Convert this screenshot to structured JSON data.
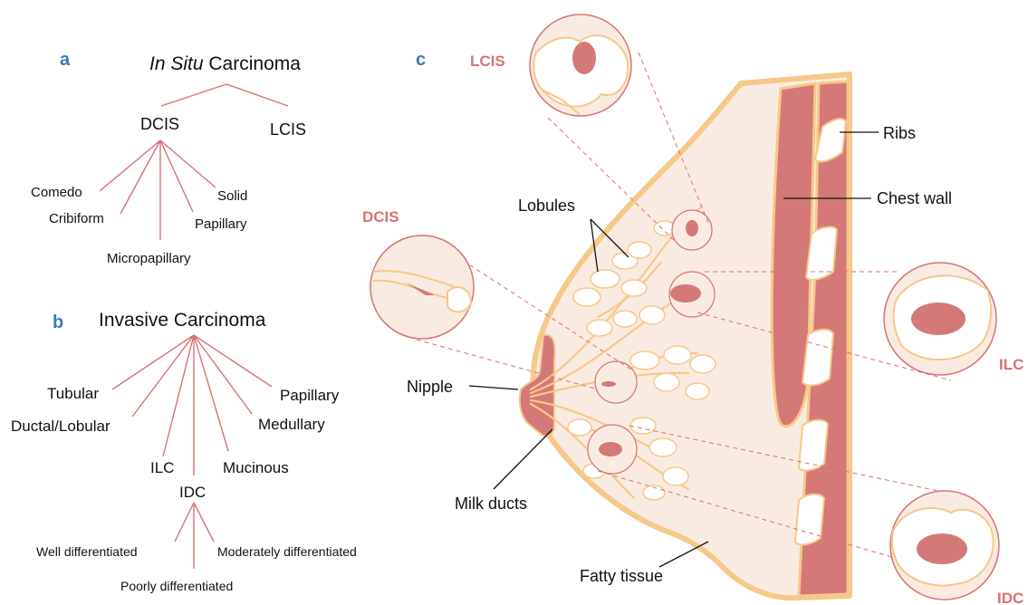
{
  "panel_a": {
    "letter": "a",
    "title_italic": "In Situ",
    "title_rest": " Carcinoma",
    "dcis": "DCIS",
    "lcis": "LCIS",
    "subtypes": [
      "Comedo",
      "Cribiform",
      "Micropapillary",
      "Papillary",
      "Solid"
    ]
  },
  "panel_b": {
    "letter": "b",
    "title": "Invasive Carcinoma",
    "subtypes": [
      "Tubular",
      "Ductal/Lobular",
      "ILC",
      "Mucinous",
      "Medullary",
      "Papillary"
    ],
    "idc": "IDC",
    "idc_grades": [
      "Well differentiated",
      "Poorly differentiated",
      "Moderately differentiated"
    ]
  },
  "panel_c": {
    "letter": "c",
    "labels": {
      "lcis": "LCIS",
      "dcis": "DCIS",
      "ilc": "ILC",
      "idc": "IDC",
      "ribs": "Ribs",
      "chest_wall": "Chest wall",
      "lobules": "Lobules",
      "nipple": "Nipple",
      "milk_ducts": "Milk ducts",
      "fatty_tissue": "Fatty tissue"
    }
  },
  "colors": {
    "panel_letter": "#3d7ab8",
    "tumor": "#d87272",
    "tissue_fill": "#f9ebe2",
    "outline": "#f6c889",
    "chest_muscle": "#d47878"
  }
}
